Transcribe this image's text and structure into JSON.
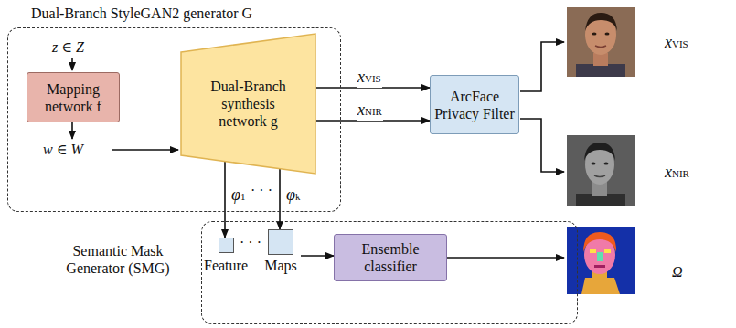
{
  "diagram": {
    "nodes": [
      {
        "text": [
          "Dual-Branch StyleGAN2 generator G"
        ]
      },
      {
        "text": [
          "Mapping network f"
        ],
        "in": 0
      },
      {
        "text": [
          "Dual-Branch synthesis network g"
        ],
        "in": 0
      },
      {
        "text": [
          "ArcFace Privacy Filter"
        ]
      },
      {
        "text": [
          "Semantic Mask Generator (SMG)"
        ]
      },
      {
        "text": [
          "Feature"
        ],
        "in": 4
      },
      {
        "text": [
          "Maps"
        ],
        "in": 4
      },
      {
        "text": [
          "Ensemble classifier"
        ],
        "in": 4
      }
    ],
    "edges": [
      {
        "from": 2,
        "to": 3,
        "arrow": "to",
        "label": "xVIS"
      },
      {
        "from": 2,
        "to": 3,
        "arrow": "to",
        "label": "xNIR"
      },
      {
        "from": 2,
        "to": 5,
        "arrow": "to",
        "label": "φ1"
      },
      {
        "from": 2,
        "to": 6,
        "arrow": "to",
        "label": "φk"
      },
      {
        "from": 6,
        "to": 7,
        "arrow": "to"
      }
    ],
    "labels": [
      "z ∈ Z",
      "w ∈ W",
      "· · ·",
      "· · ·",
      "xVIS",
      "xNIR",
      "Ω"
    ]
  }
}
